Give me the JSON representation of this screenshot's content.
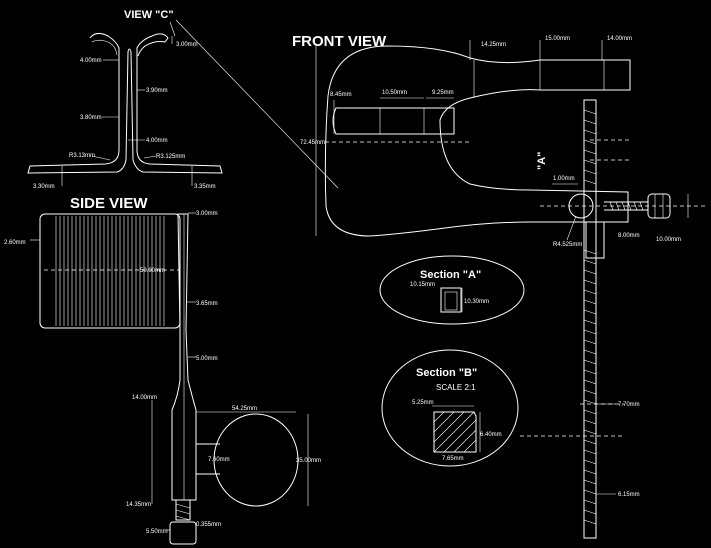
{
  "titles": {
    "view_c": "VIEW \"C\"",
    "front_view": "FRONT VIEW",
    "side_view": "SIDE VIEW",
    "section_a": "Section \"A\"",
    "section_b": "Section \"B\"",
    "scale": "SCALE 2:1",
    "marker_a": "\"A\""
  },
  "view_c_dims": {
    "top": "3.00mm",
    "left_upper": "4.00mm",
    "right_mid": "3.90mm",
    "left_mid": "3.80mm",
    "center": "4.00mm",
    "radius_left": "R3.13mm",
    "radius_right": "R3.125mm",
    "foot_left": "3.30mm",
    "foot_right": "3.35mm"
  },
  "front_dims": {
    "neck": "14.25mm",
    "jaw": "15.00mm",
    "head": "14.00mm",
    "slot_left": "8.45mm",
    "slot_mid": "10.50mm",
    "slot_right": "9.25mm",
    "height": "72.45mm",
    "hole": "1.00mm",
    "radius": "R4.525mm",
    "screw_dia": "8.00mm",
    "knob": "10.00mm"
  },
  "side_dims": {
    "top": "3.00mm",
    "depth": "2.60mm",
    "width": "50.00mm",
    "shaft": "3.65mm",
    "lower": "5.00mm",
    "handle_top": "14.00mm",
    "handle_len": "54.25mm",
    "stem": "7.60mm",
    "handle_dia": "35.00mm",
    "bottom": "14.35mm",
    "foot_left": "5.50mm",
    "foot_right": "0.355mm"
  },
  "section_a_dims": {
    "width": "10.15mm",
    "height": "10.30mm"
  },
  "section_b_dims": {
    "top": "5.25mm",
    "height": "6.40mm",
    "width": "7.65mm"
  },
  "rod_dims": {
    "upper": "7.70mm",
    "lower": "6.15mm"
  }
}
